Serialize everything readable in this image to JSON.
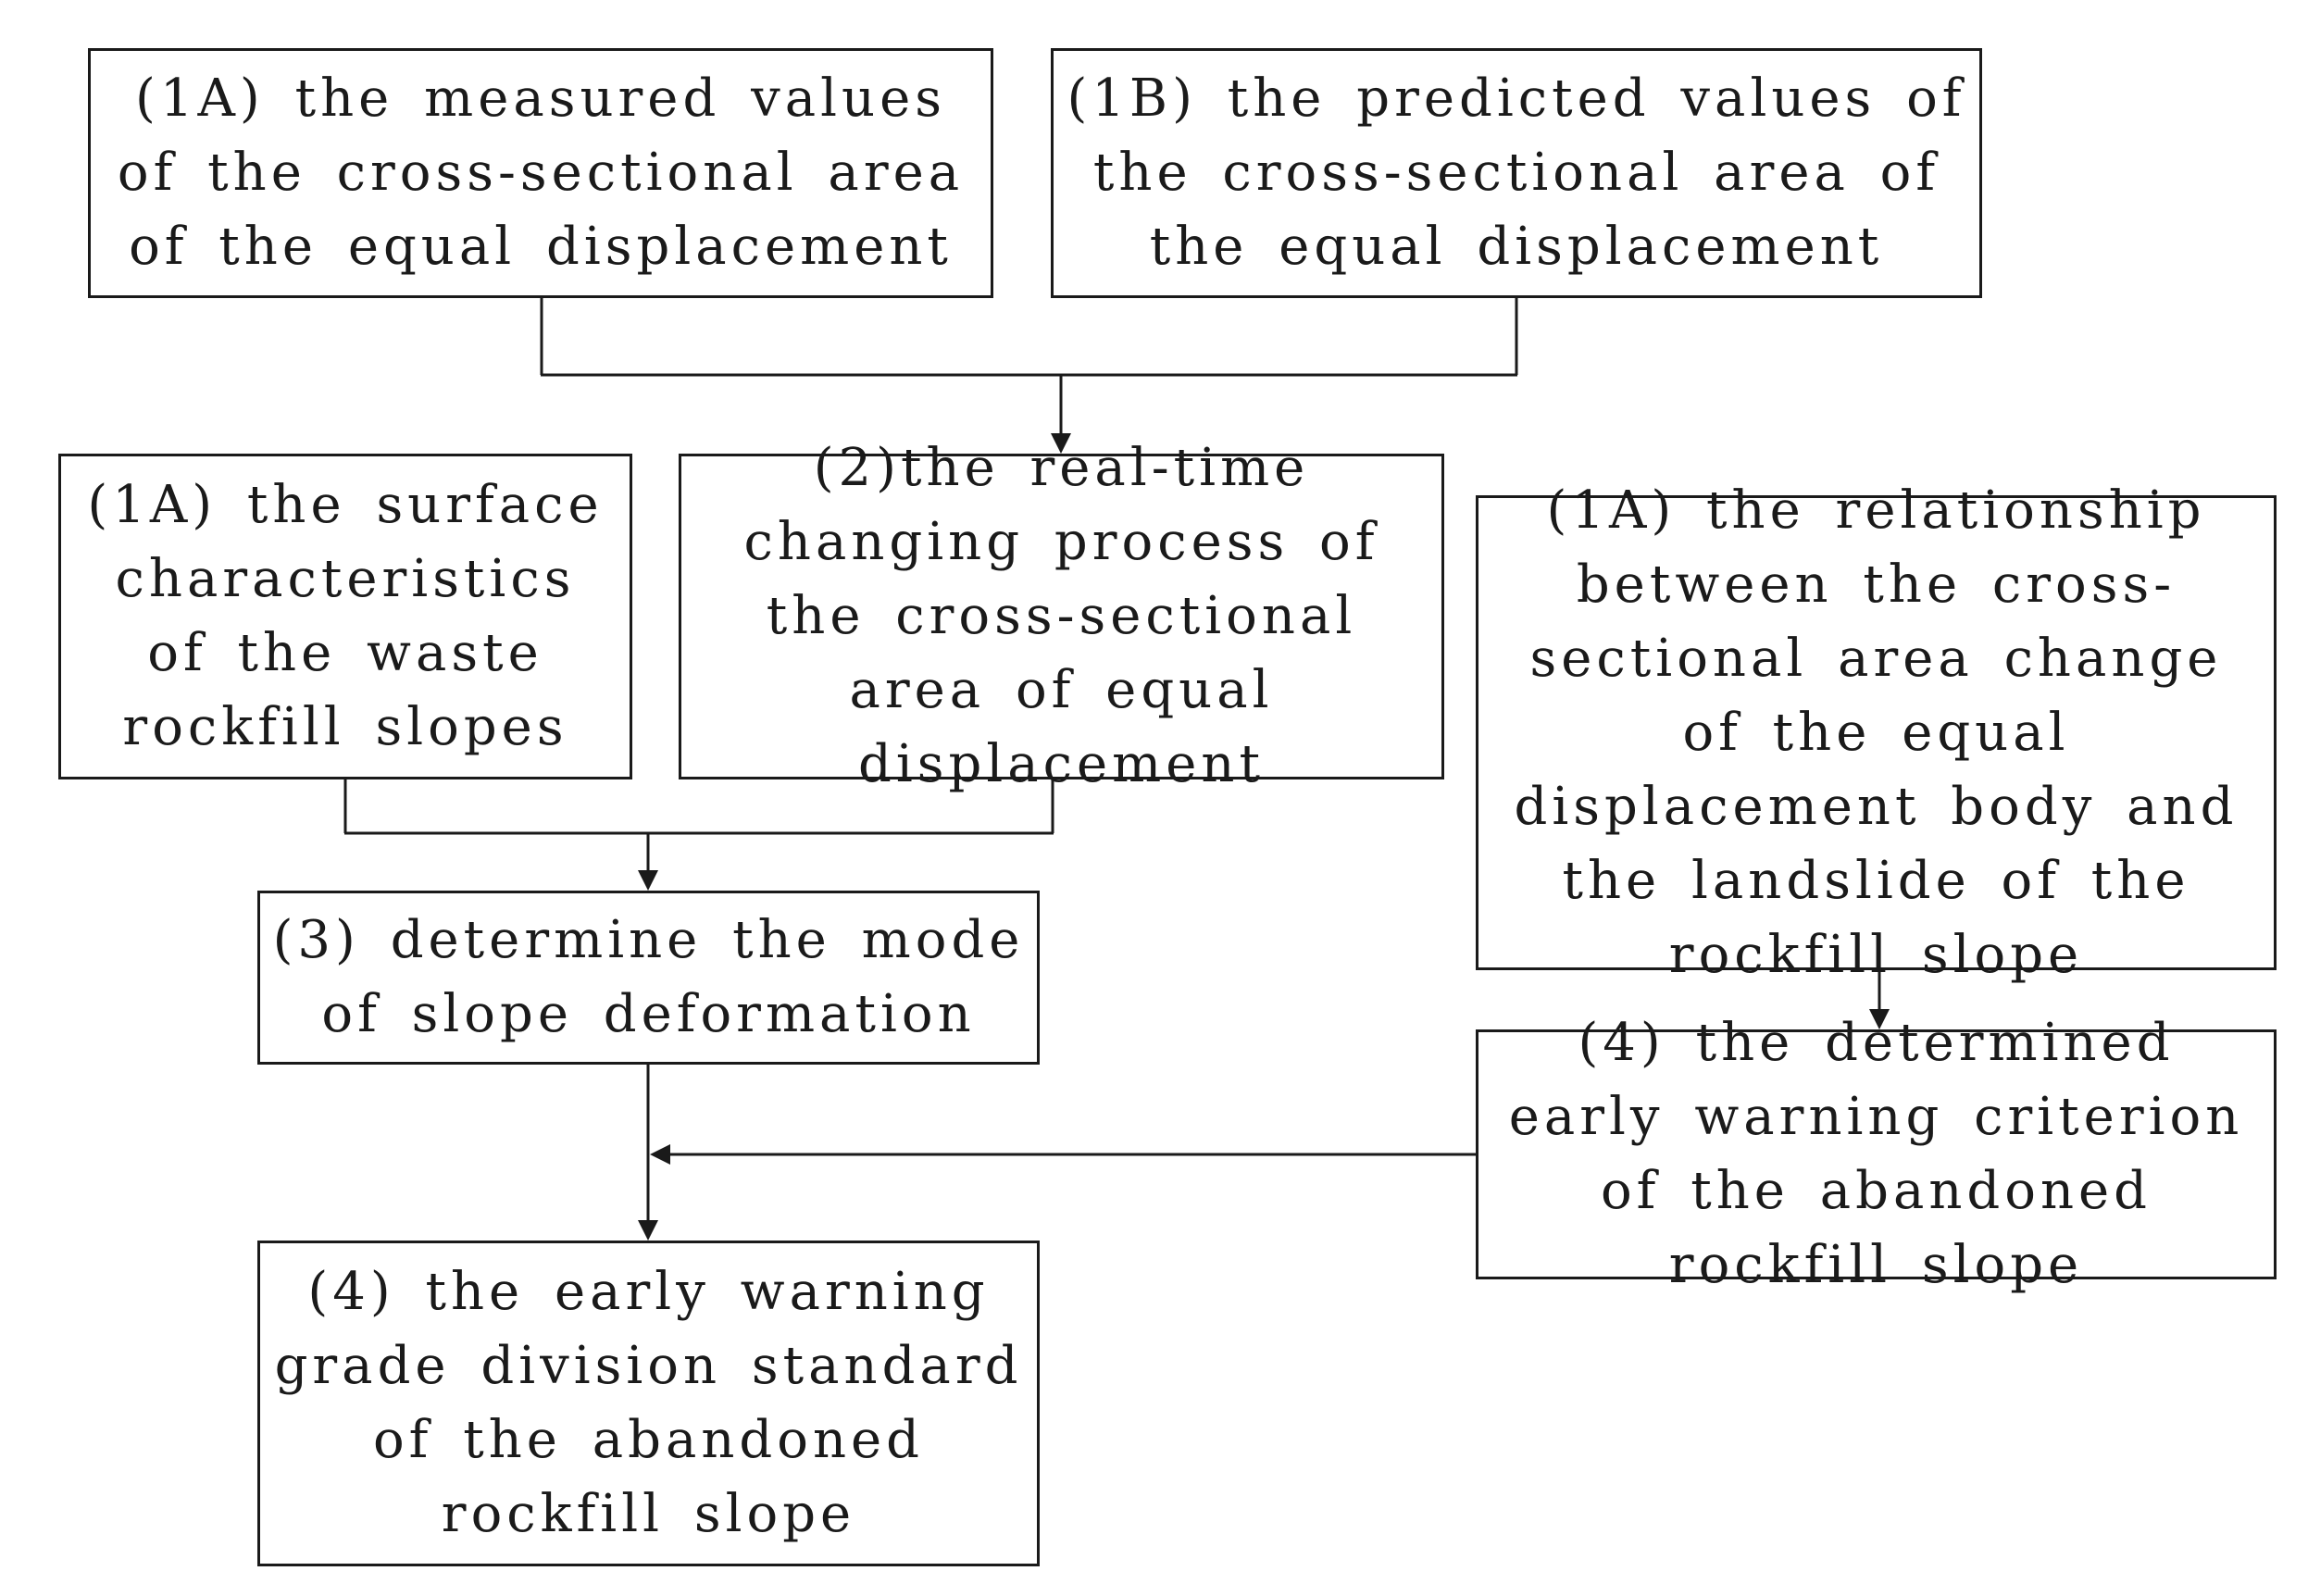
{
  "nodes": {
    "measured": "(1A) the measured values of the cross-sectional area of the equal displacement",
    "predicted": "(1B) the predicted values of the cross-sectional area of the equal displacement",
    "surface": "(1A) the surface characteristics of the waste rockfill slopes",
    "realtime": "(2)the real-time changing process of the cross-sectional area of equal displacement",
    "relationship": "(1A) the relationship between the cross-sectional area change of the equal displacement body and the landslide of the rockfill slope",
    "mode": "(3) determine the mode of slope deformation",
    "criterion": "(4) the determined early warning criterion of the abandoned rockfill slope",
    "grade": "(4) the early warning grade division standard of the abandoned rockfill slope"
  }
}
